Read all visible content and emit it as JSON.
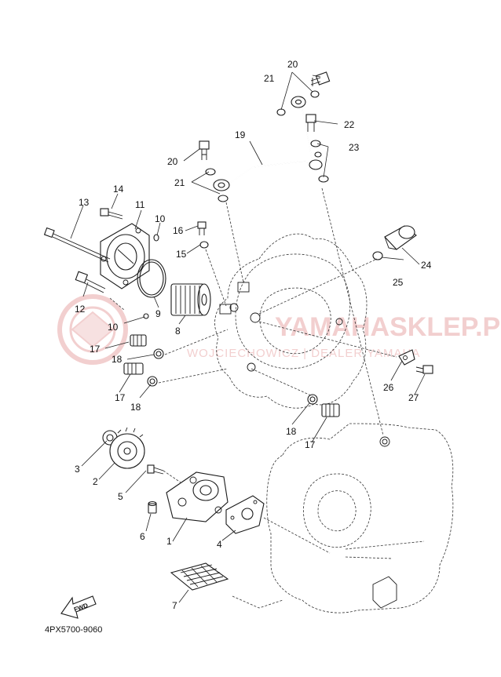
{
  "diagram": {
    "drawing_code": "4PX5700-9060",
    "watermark": {
      "main": "YAMAHASKLEP.PL",
      "sub": "WOJCIECHOWICZ | DEALER YAMAHA",
      "color": "#e8a8a8"
    },
    "fwd_label": "FWD",
    "callouts": [
      {
        "id": "c1",
        "label": "1"
      },
      {
        "id": "c2",
        "label": "2"
      },
      {
        "id": "c3",
        "label": "3"
      },
      {
        "id": "c4",
        "label": "4"
      },
      {
        "id": "c5",
        "label": "5"
      },
      {
        "id": "c6",
        "label": "6"
      },
      {
        "id": "c7",
        "label": "7"
      },
      {
        "id": "c8",
        "label": "8"
      },
      {
        "id": "c9",
        "label": "9"
      },
      {
        "id": "c10a",
        "label": "10"
      },
      {
        "id": "c10b",
        "label": "10"
      },
      {
        "id": "c11",
        "label": "11"
      },
      {
        "id": "c12",
        "label": "12"
      },
      {
        "id": "c13",
        "label": "13"
      },
      {
        "id": "c14",
        "label": "14"
      },
      {
        "id": "c15",
        "label": "15"
      },
      {
        "id": "c16",
        "label": "16"
      },
      {
        "id": "c17a",
        "label": "17"
      },
      {
        "id": "c17b",
        "label": "17"
      },
      {
        "id": "c17c",
        "label": "17"
      },
      {
        "id": "c18a",
        "label": "18"
      },
      {
        "id": "c18b",
        "label": "18"
      },
      {
        "id": "c18c",
        "label": "18"
      },
      {
        "id": "c19",
        "label": "19"
      },
      {
        "id": "c20a",
        "label": "20"
      },
      {
        "id": "c20b",
        "label": "20"
      },
      {
        "id": "c21a",
        "label": "21"
      },
      {
        "id": "c21b",
        "label": "21"
      },
      {
        "id": "c22",
        "label": "22"
      },
      {
        "id": "c23",
        "label": "23"
      },
      {
        "id": "c24",
        "label": "24"
      },
      {
        "id": "c25",
        "label": "25"
      },
      {
        "id": "c26",
        "label": "26"
      },
      {
        "id": "c27",
        "label": "27"
      }
    ]
  }
}
